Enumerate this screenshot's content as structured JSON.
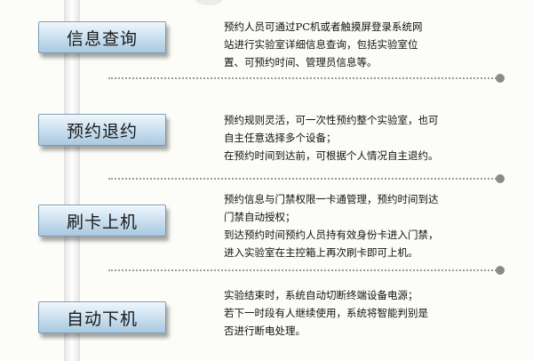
{
  "steps": [
    {
      "label": "信息查询",
      "lines": [
        "预约人员可通过PC机或者触摸屏登录系统网",
        "站进行实验室详细信息查询，包括实验室位",
        "置、可预约时间、管理员信息等。"
      ]
    },
    {
      "label": "预约退约",
      "lines": [
        "预约规则灵活，可一次性预约整个实验室，也可",
        "自主任意选择多个设备；",
        "在预约时间到达前，可根据个人情况自主退约。"
      ]
    },
    {
      "label": "刷卡上机",
      "lines": [
        "预约信息与门禁权限一卡通管理，预约时间到达",
        "门禁自动授权；",
        "到达预约时间预约人员持有效身份卡进入门禁，",
        "进入实验室在主控箱上再次刷卡即可上机。"
      ]
    },
    {
      "label": "自动下机",
      "lines": [
        "实验结束时，系统自动切断终端设备电源；",
        "若下一时段有人继续使用，系统将智能判别是",
        "否进行断电处理。"
      ]
    }
  ],
  "colors": {
    "box_top": "#eef6fc",
    "box_bottom": "#a9c8df",
    "box_border": "#7d9ab3",
    "separator": "#9a9a9a"
  }
}
